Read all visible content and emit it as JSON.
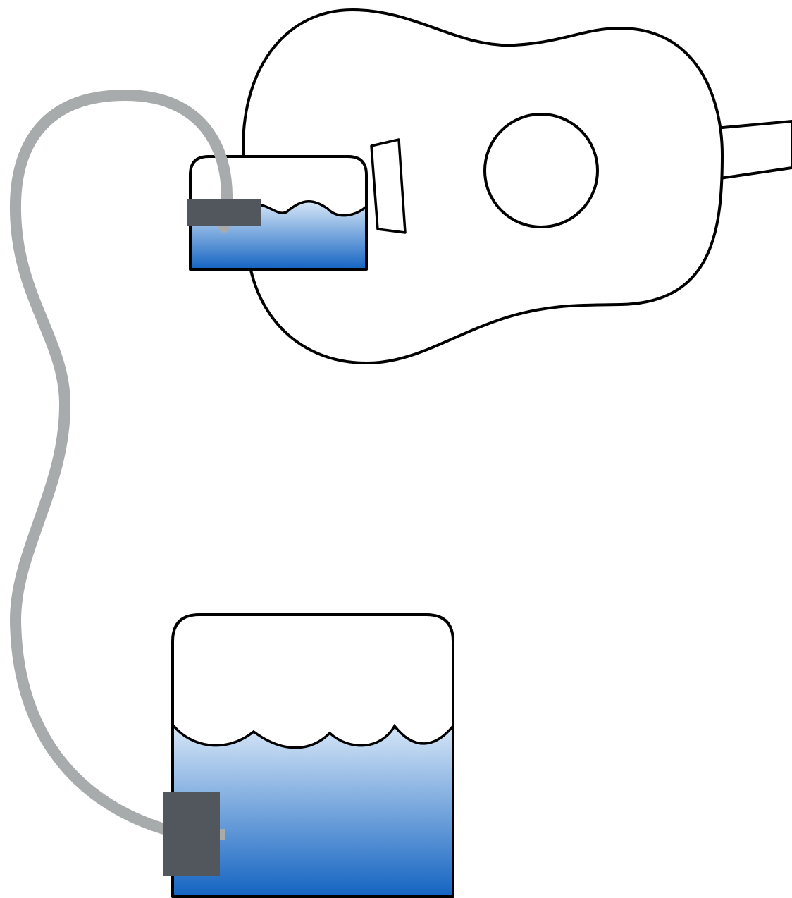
{
  "diagram": {
    "elements": [
      {
        "id": "guitar",
        "name": "guitar-body",
        "kind": "acoustic guitar body with sound hole and bridge"
      },
      {
        "id": "small_reservoir",
        "name": "small-water-reservoir",
        "kind": "small water container attached to guitar"
      },
      {
        "id": "large_reservoir",
        "name": "large-water-reservoir",
        "kind": "large water container"
      },
      {
        "id": "tube",
        "name": "connecting-tube",
        "kind": "grey tube linking the two reservoirs"
      }
    ],
    "colors": {
      "water_top": "#d7e7f7",
      "water_bottom": "#1464c2",
      "tube": "#a7abab",
      "clamp": "#52565d",
      "outline": "#000000",
      "background": "#ffffff"
    }
  }
}
